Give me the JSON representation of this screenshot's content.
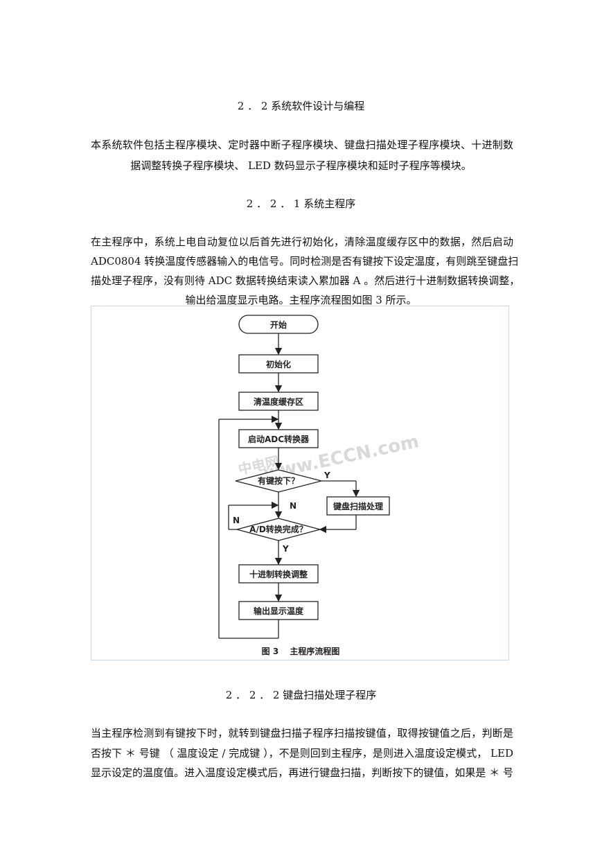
{
  "section_2_2": "2 ． 2 系统软件设计与编程",
  "intro": [
    "本系统软件包括主程序模块、定时器中断子程序模块、键盘扫描处理子程序模块、十进制数",
    "据调整转换子程序模块、 LED 数码显示子程序模块和延时子程序等模块。"
  ],
  "section_2_2_1": "2 ． 2 ． 1 系统主程序",
  "main_para": [
    "在主程序中，系统上电自动复位以后首先进行初始化，清除温度缓存区中的数据，然后启动",
    "ADC0804 转换温度传感器输入的电信号。同时检测是否有键按下设定温度，有则跳至键盘扫",
    "描处理子程序，没有则待 ADC 数据转换结束读入累加器 A 。然后进行十进制数据转换调整，",
    "输出给温度显示电路。主程序流程图如图 3 所示。"
  ],
  "flowchart": {
    "start": "开始",
    "init": "初始化",
    "clear": "清温度缓存区",
    "adc_start": "启动ADC转换器",
    "key_check": "有键按下？",
    "key_scan": "键盘扫描处理",
    "ad_done": "A/D转换完成？",
    "decimal": "十进制转换调整",
    "output": "输出显示温度",
    "yes": "Y",
    "no": "N",
    "caption": "图 3　 主程序流程图",
    "watermark_cn": "中电网",
    "watermark_en": "www.ECCN.com"
  },
  "section_2_2_2": "2 ． 2 ． 2 键盘扫描处理子程序",
  "key_para": [
    "当主程序检测到有键按下时，就转到键盘扫描子程序扫描按键值，取得按键值之后，判断是",
    "否按下 ＊ 号键 （ 温度设定 / 完成键 ），不是则回到主程序，是则进入温度设定模式， LED",
    "显示设定的温度值。进入温度设定模式后，再进行键盘扫描，判断按下的键值，如果是 ＊ 号"
  ]
}
